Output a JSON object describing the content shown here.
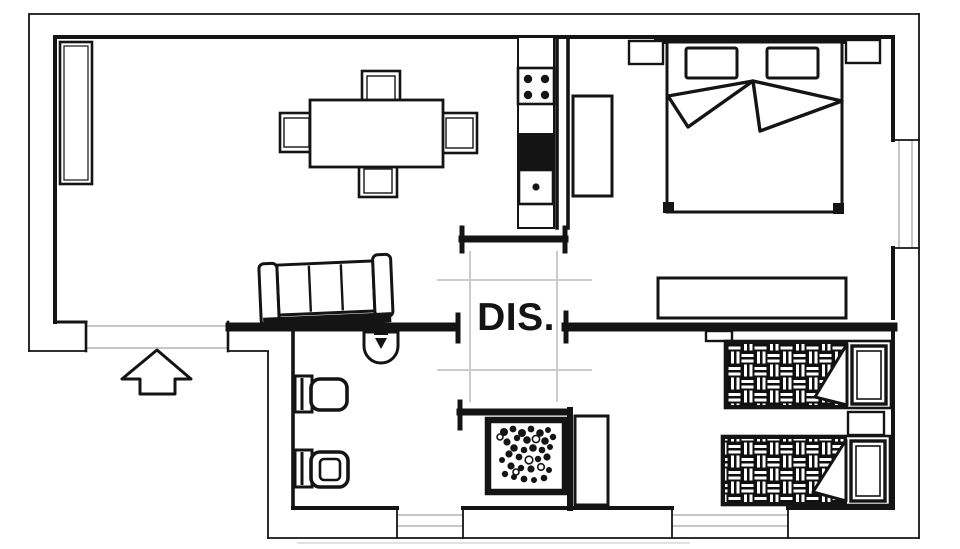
{
  "plan": {
    "hallway_label": "DIS.",
    "colors": {
      "background": "#ffffff",
      "line": "#141414",
      "glazing": "#c6c6c6",
      "hall_guide": "#cccccc"
    },
    "entrance": {
      "icon": "entry-direction-arrow"
    },
    "rooms": [
      {
        "name": "living-dining-room",
        "furniture": [
          "radiator",
          "dining-table",
          "chair",
          "chair",
          "chair",
          "chair",
          "sofa"
        ]
      },
      {
        "name": "kitchen",
        "furniture": [
          "worktop",
          "cooktop-4-burners",
          "black-drainer",
          "sink"
        ]
      },
      {
        "name": "bedroom-double",
        "furniture": [
          "double-bed",
          "pillow",
          "pillow",
          "nightstand",
          "nightstand",
          "tall-cabinet",
          "dresser"
        ]
      },
      {
        "name": "hallway",
        "label": "DIS."
      },
      {
        "name": "bathroom",
        "furniture": [
          "washbasin",
          "toilet",
          "bidet",
          "shower-tray"
        ]
      },
      {
        "name": "bedroom-twin",
        "furniture": [
          "single-bed",
          "single-bed",
          "nightstand",
          "wardrobe"
        ]
      }
    ]
  }
}
